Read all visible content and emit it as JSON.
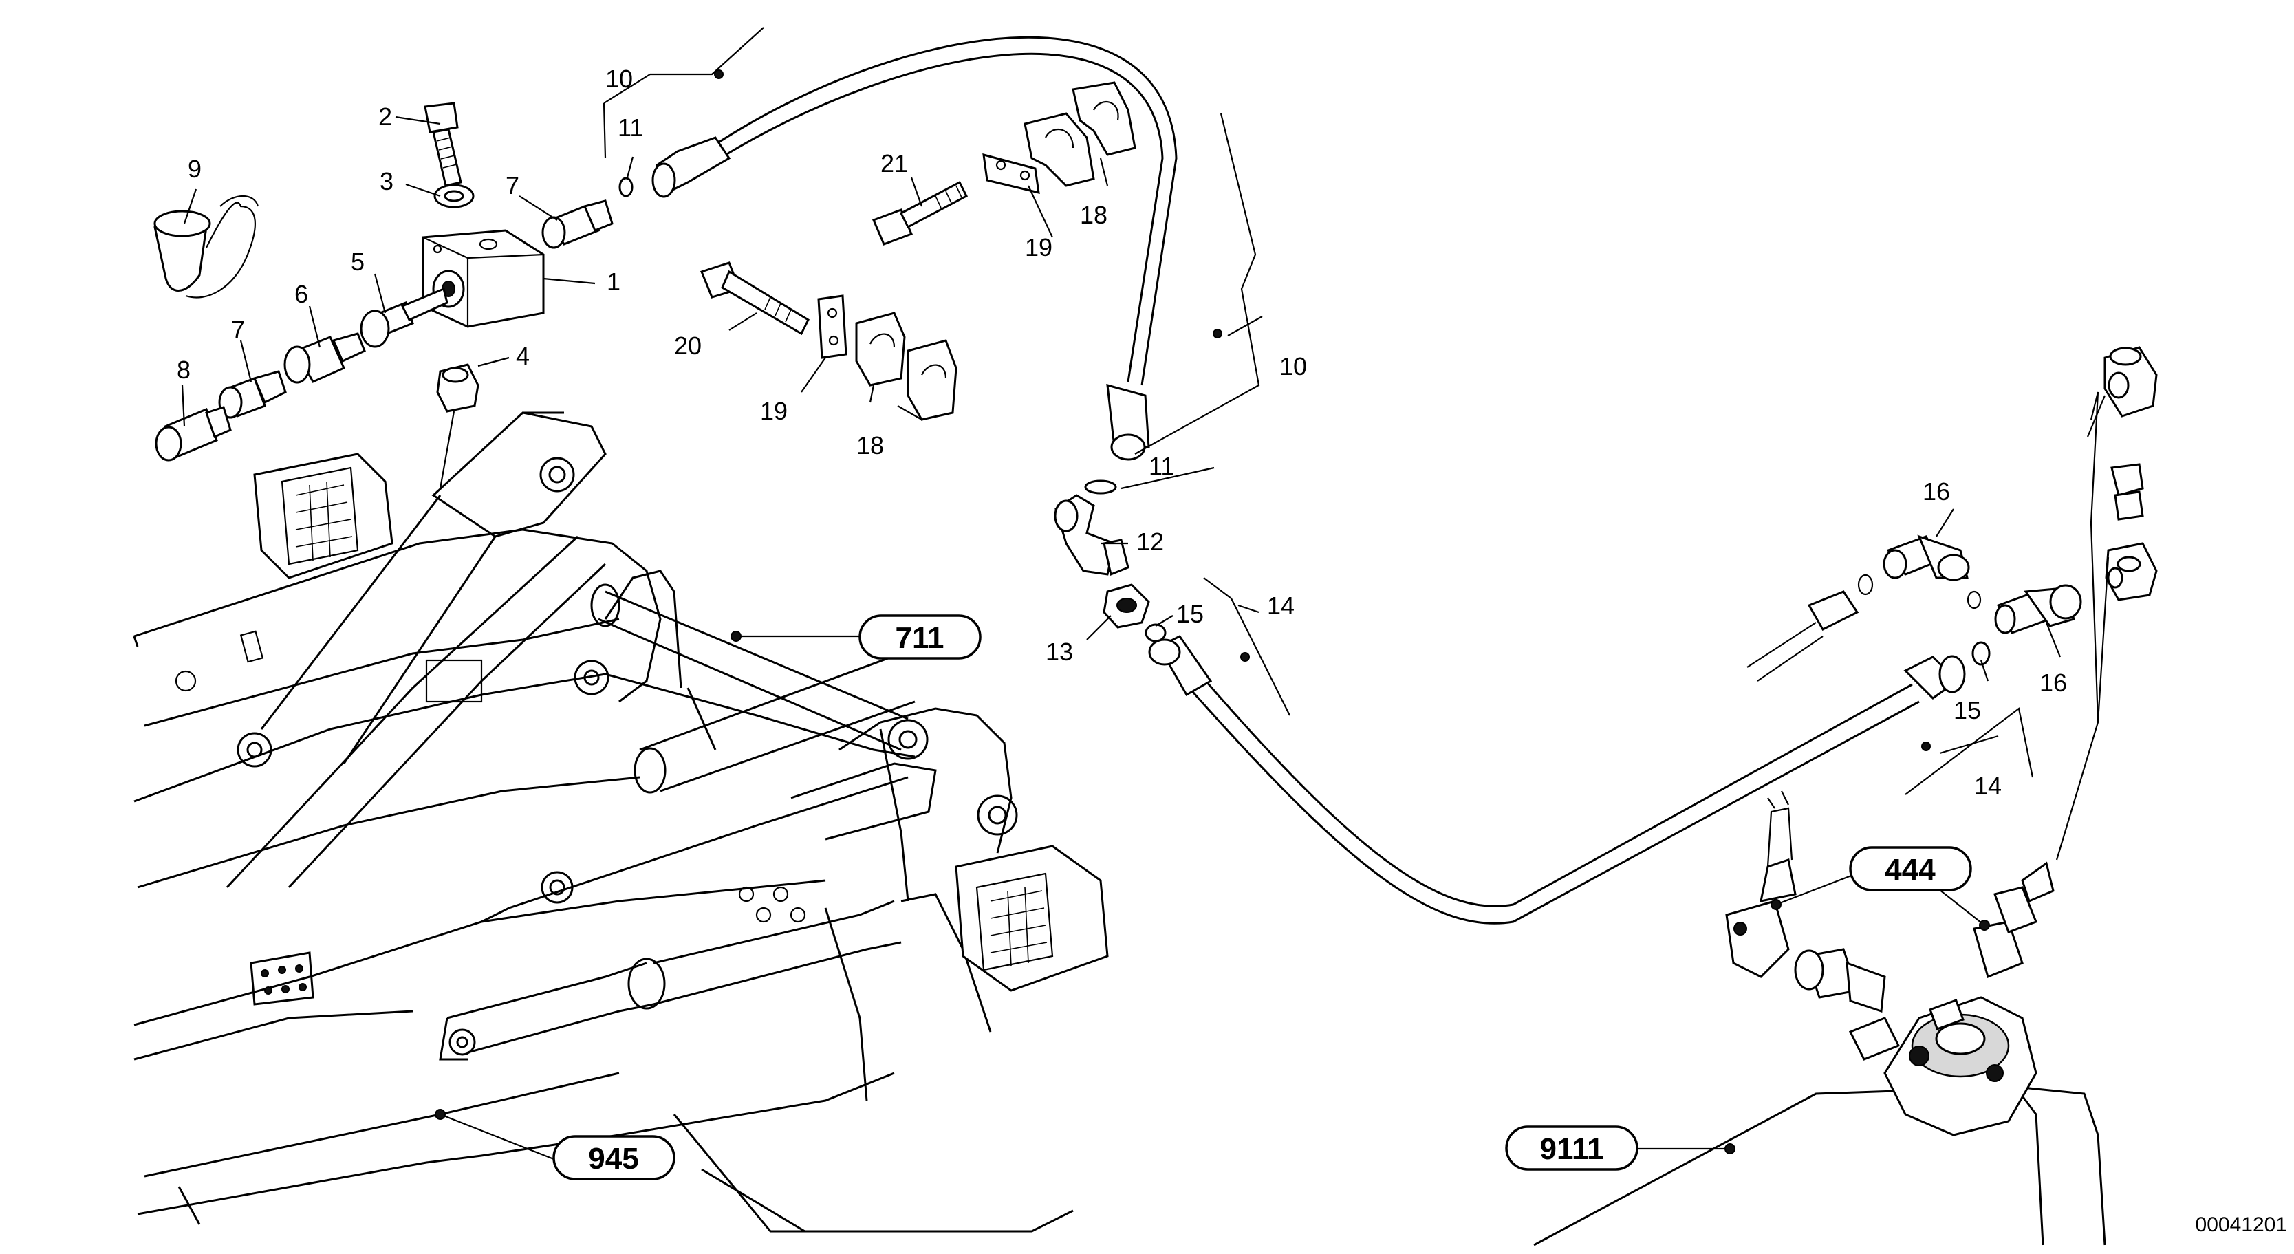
{
  "callouts": {
    "c1": "1",
    "c2": "2",
    "c3": "3",
    "c4": "4",
    "c5": "5",
    "c6": "6",
    "c7a": "7",
    "c7b": "7",
    "c8": "8",
    "c9": "9",
    "c10a": "10",
    "c10b": "10",
    "c11a": "11",
    "c11b": "11",
    "c12": "12",
    "c13": "13",
    "c14a": "14",
    "c14b": "14",
    "c15a": "15",
    "c15b": "15",
    "c16a": "16",
    "c16b": "16",
    "c18a": "18",
    "c18b": "18",
    "c19a": "19",
    "c19b": "19",
    "c20": "20",
    "c21": "21"
  },
  "references": {
    "r711": "711",
    "r945": "945",
    "r444": "444",
    "r9111": "9111"
  },
  "document_id": "00041201"
}
